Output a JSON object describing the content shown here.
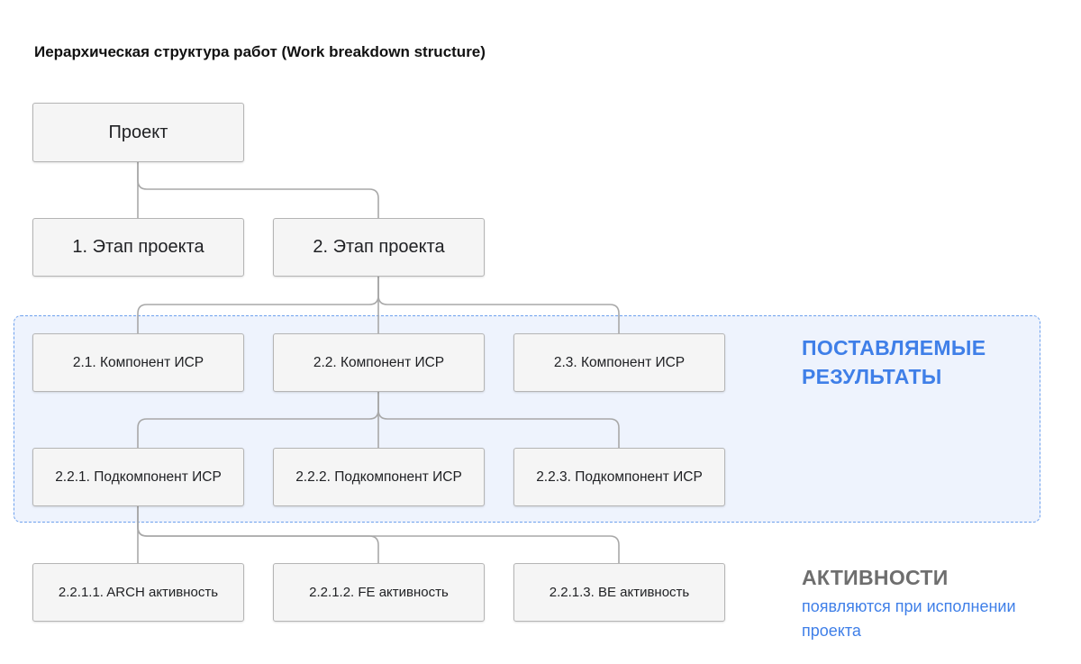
{
  "title": "Иерархическая структура работ (Work breakdown structure)",
  "project": "Проект",
  "phases": [
    "1. Этап проекта",
    "2. Этап проекта"
  ],
  "components": [
    "2.1. Компонент ИСР",
    "2.2. Компонент ИСР",
    "2.3. Компонент ИСР"
  ],
  "subcomponents": [
    "2.2.1. Подкомпонент ИСР",
    "2.2.2. Подкомпонент ИСР",
    "2.2.3. Подкомпонент ИСР"
  ],
  "activities": [
    "2.2.1.1. ARCH активность",
    "2.2.1.2. FE активность",
    "2.2.1.3. BE активность"
  ],
  "deliverables_label": "ПОСТАВЛЯЕМЫЕ РЕЗУЛЬТАТЫ",
  "activities_label": "АКТИВНОСТИ",
  "activities_note": "появляются при исполнении проекта",
  "colors": {
    "accent_blue": "#3f7fe8",
    "zone_fill": "#eef3fd",
    "box_fill": "#f5f5f5",
    "box_border": "#b5b5b5",
    "connector": "#a8a8a8",
    "gray_label": "#6e6e6e"
  }
}
